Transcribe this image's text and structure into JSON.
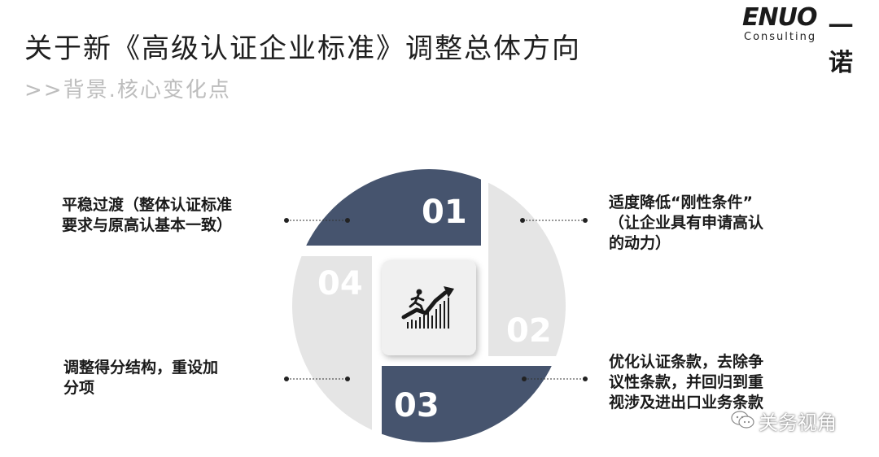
{
  "title": "关于新《高级认证企业标准》调整总体方向",
  "subtitle": ">>背景.核心变化点",
  "logo": {
    "brand": "ENUO",
    "brand_cn": "一诺",
    "tagline": "Consulting"
  },
  "quadrants": [
    {
      "number": "01",
      "text": "平稳过渡（整体认证标准\n要求与原高认基本一致）"
    },
    {
      "number": "02",
      "text": "适度降低“刚性条件”\n（让企业具有申请高认\n的动力）"
    },
    {
      "number": "03",
      "text": "优化认证条款，去除争\n议性条款，并回归到重\n视涉及进出口业务条款"
    },
    {
      "number": "04",
      "text": "调整得分结构，重设加\n分项"
    }
  ],
  "watermark": "关务视角",
  "colors": {
    "dark": "#46546e",
    "light": "#e5e5e5",
    "center": "#f0f0f0"
  },
  "icons": {
    "center": "growth-chart-runner-icon",
    "watermark": "wechat-icon"
  }
}
